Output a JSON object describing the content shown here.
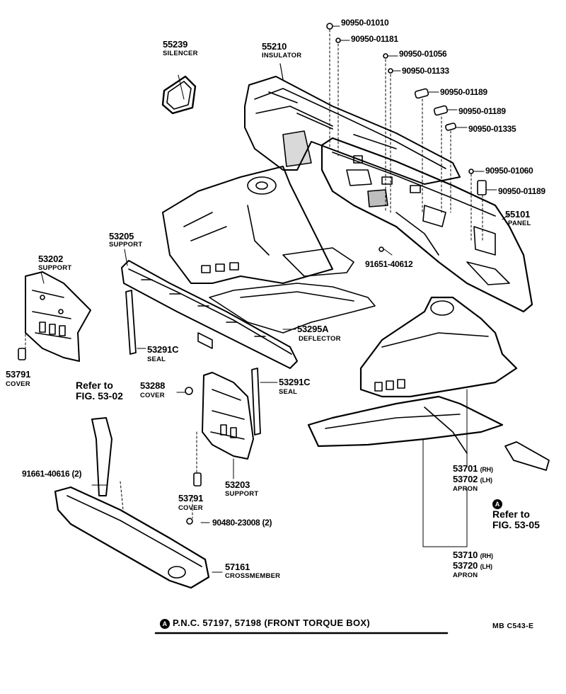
{
  "parts": {
    "p55239": {
      "number": "55239",
      "name": "SILENCER"
    },
    "p55210": {
      "number": "55210",
      "name": "INSULATOR"
    },
    "p90950_01010": {
      "number": "90950-01010"
    },
    "p90950_01181": {
      "number": "90950-01181"
    },
    "p90950_01056": {
      "number": "90950-01056"
    },
    "p90950_01133": {
      "number": "90950-01133"
    },
    "p90950_01189a": {
      "number": "90950-01189"
    },
    "p90950_01189b": {
      "number": "90950-01189"
    },
    "p90950_01335": {
      "number": "90950-01335"
    },
    "p90950_01060": {
      "number": "90950-01060"
    },
    "p90950_01189c": {
      "number": "90950-01189"
    },
    "p55101": {
      "number": "55101",
      "name": "PANEL"
    },
    "p91651_40612": {
      "number": "91651-40612"
    },
    "p53205": {
      "number": "53205",
      "name": "SUPPORT"
    },
    "p53202": {
      "number": "53202",
      "name": "SUPPORT"
    },
    "p53295A": {
      "number": "53295A",
      "name": "DEFLECTOR"
    },
    "p53291C_a": {
      "number": "53291C",
      "name": "SEAL"
    },
    "p53791_a": {
      "number": "53791",
      "name": "COVER"
    },
    "p53288": {
      "number": "53288",
      "name": "COVER"
    },
    "p53291C_b": {
      "number": "53291C",
      "name": "SEAL"
    },
    "p91661_40616": {
      "number": "91661-40616 (2)"
    },
    "p53203": {
      "number": "53203",
      "name": "SUPPORT"
    },
    "p53791_b": {
      "number": "53791",
      "name": "COVER"
    },
    "p90480_23008": {
      "number": "90480-23008 (2)"
    },
    "p57161": {
      "number": "57161",
      "name": "CROSSMEMBER"
    },
    "p53701": {
      "number": "53701",
      "suffix": "(RH)"
    },
    "p53702": {
      "number": "53702",
      "suffix": "(LH)",
      "name": "APRON"
    },
    "p53710": {
      "number": "53710",
      "suffix": "(RH)"
    },
    "p53720": {
      "number": "53720",
      "suffix": "(LH)",
      "name": "APRON"
    }
  },
  "refs": {
    "ref_53_02": {
      "line1": "Refer to",
      "line2": "FIG. 53-02"
    },
    "ref_53_05": {
      "line1": "Refer to",
      "line2": "FIG. 53-05",
      "marker": "A"
    }
  },
  "footer": {
    "marker": "A",
    "text": "P.N.C. 57197, 57198 (FRONT  TORQUE  BOX)",
    "code": "MB   C543-E"
  }
}
